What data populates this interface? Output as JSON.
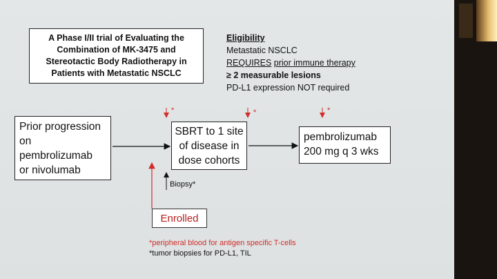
{
  "title_box": {
    "lines": [
      "A Phase I/II trial of Evaluating the",
      "Combination of MK-3475 and",
      "Stereotactic Body Radiotherapy in",
      "Patients with Metastatic NSCLC"
    ]
  },
  "eligibility": {
    "heading": "Eligibility",
    "line1": "Metastatic NSCLC",
    "line2_underlined_a": "REQUIRES",
    "line2_underlined_b": "prior immune therapy",
    "line3": "≥ 2 measurable lesions",
    "line4": "PD-L1 expression NOT required"
  },
  "flow": {
    "prior_lines": [
      "Prior progression",
      "on",
      "pembrolizumab",
      "or nivolumab"
    ],
    "sbrt_lines": [
      "SBRT to 1 site",
      "of disease in",
      "dose cohorts"
    ],
    "pembro_lines": [
      "pembrolizumab",
      "200 mg q 3 wks"
    ],
    "enrolled": "Enrolled",
    "biopsy": "Biopsy*",
    "blood_marker": "*"
  },
  "footnotes": {
    "red": "*peripheral blood for antigen specific T-cells",
    "black": "*tumor biopsies for PD-L1, TIL"
  },
  "colors": {
    "accent_red": "#d32b2b",
    "enrolled_red": "#b81c1c",
    "background": "#e0e4e4"
  }
}
